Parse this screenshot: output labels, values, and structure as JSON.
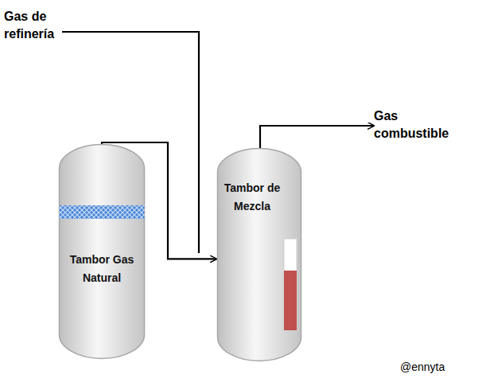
{
  "diagram": {
    "nodes": [
      {
        "text": [
          "Tambor Gas Natural"
        ]
      },
      {
        "text": [
          "Tambor de Mezcla"
        ]
      }
    ],
    "edges": [
      {
        "from": 0,
        "to": 1,
        "arrow": "to"
      }
    ],
    "labels": [
      "Gas de refinería",
      "Gas combustible",
      "@ennyta"
    ]
  }
}
